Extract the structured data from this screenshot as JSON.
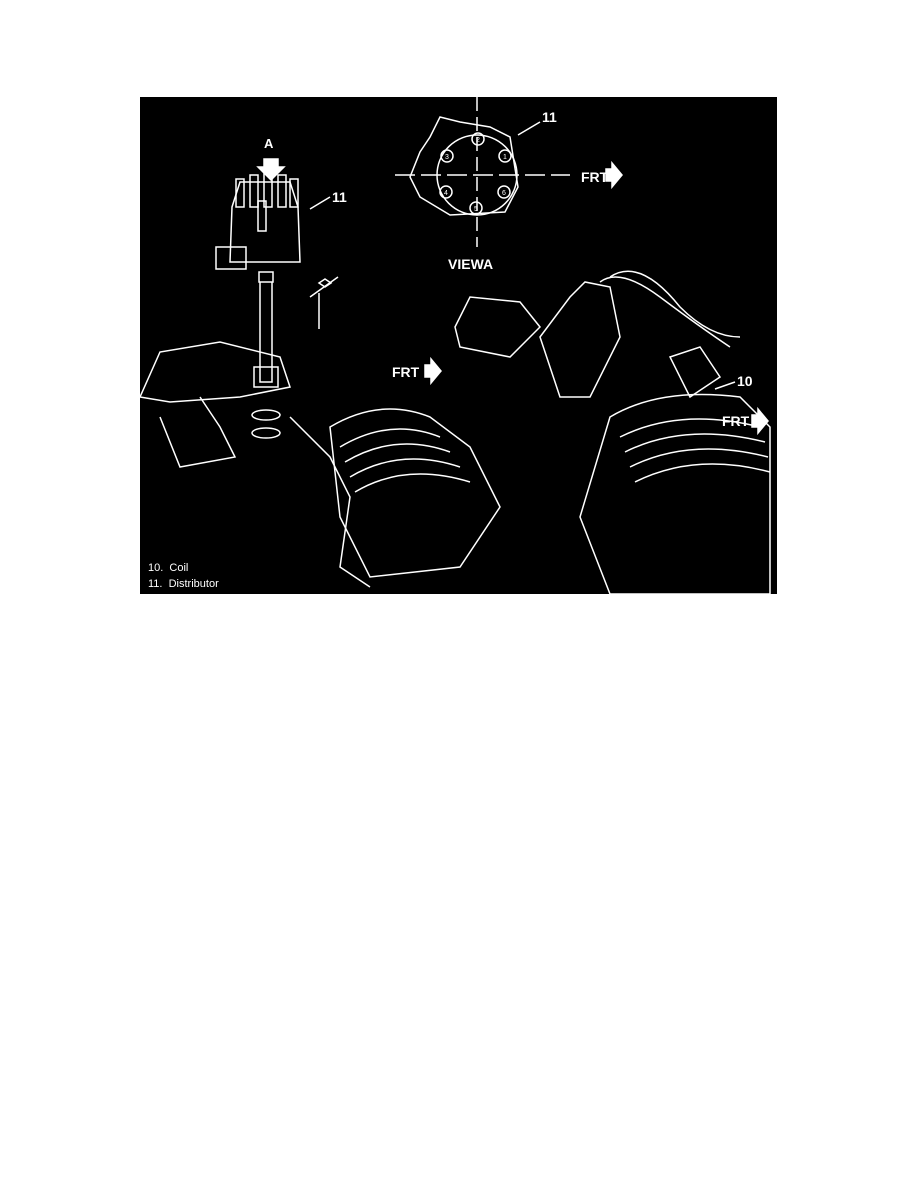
{
  "figure": {
    "view_label": "A",
    "callout_distributor": "11",
    "view_a": {
      "callout": "11",
      "front_label": "FRT",
      "title": "VIEWA",
      "cylinders": [
        "1",
        "2",
        "3",
        "4",
        "5",
        "6"
      ]
    },
    "front_label_left": "FRT",
    "callout_coil": "10",
    "front_label_right": "FRT",
    "legend": [
      {
        "number": "10.",
        "label": "Coil"
      },
      {
        "number": "11.",
        "label": "Distributor"
      }
    ],
    "colors": {
      "background": "#000000",
      "lines": "#ffffff"
    }
  }
}
